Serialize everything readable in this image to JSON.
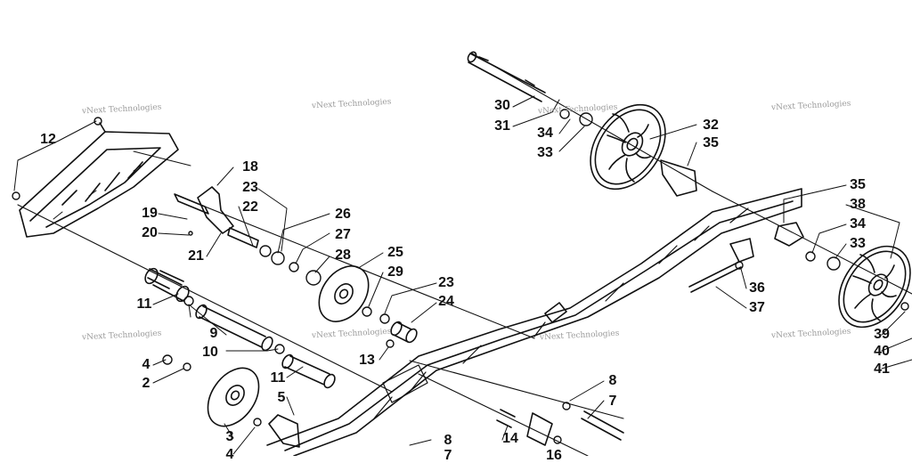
{
  "watermark": "vNext Technologies",
  "colors": {
    "ink": "#111111",
    "watermark": "#bdbdbd"
  },
  "callouts": [
    "12",
    "18",
    "23",
    "22",
    "19",
    "20",
    "21",
    "26",
    "27",
    "28",
    "25",
    "29",
    "23",
    "24",
    "11",
    "9",
    "10",
    "11",
    "4",
    "2",
    "3",
    "4",
    "5",
    "13",
    "30",
    "31",
    "34",
    "33",
    "32",
    "35",
    "35",
    "38",
    "34",
    "33",
    "36",
    "37",
    "39",
    "40",
    "41",
    "8",
    "7",
    "14",
    "8",
    "7",
    "16"
  ]
}
